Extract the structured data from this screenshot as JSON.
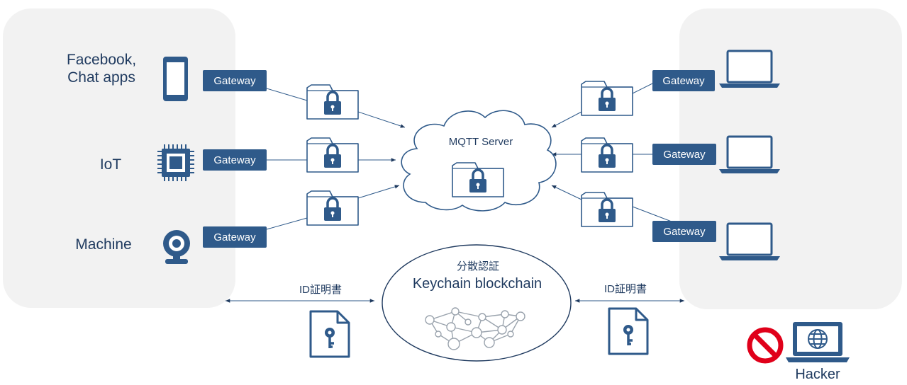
{
  "left_sources": [
    {
      "label": "Facebook,\nChat apps",
      "icon": "smartphone-icon"
    },
    {
      "label": "IoT",
      "icon": "chip-icon"
    },
    {
      "label": "Machine",
      "icon": "webcam-icon"
    }
  ],
  "gateway_label": "Gateway",
  "server": {
    "label": "MQTT Server"
  },
  "blockchain": {
    "caption": "分散認証",
    "title": "Keychain blockchain"
  },
  "certificate_label": "ID証明書",
  "hacker": {
    "label": "Hacker"
  },
  "colors": {
    "accent": "#2f5a8a",
    "panel": "#f2f2f2",
    "text": "#1f3a5f",
    "block": "#e0001a"
  }
}
